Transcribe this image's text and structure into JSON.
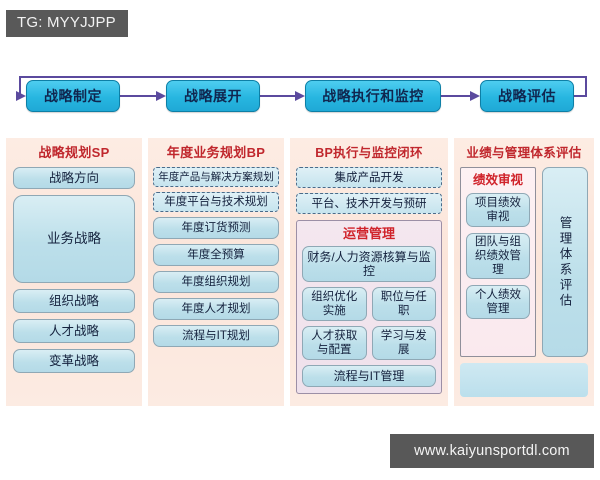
{
  "banner": {
    "text": "TG: MYYJJPP"
  },
  "watermark": {
    "text": "www.kaiyunsportdl.com"
  },
  "flow": {
    "steps": [
      {
        "label": "战略制定"
      },
      {
        "label": "战略展开"
      },
      {
        "label": "战略执行和监控"
      },
      {
        "label": "战略评估"
      }
    ]
  },
  "columns": [
    {
      "title": "战略规划SP",
      "items": [
        {
          "label": "战略方向"
        },
        {
          "label": "业务战略"
        },
        {
          "label": "组织战略"
        },
        {
          "label": "人才战略"
        },
        {
          "label": "变革战略"
        }
      ]
    },
    {
      "title": "年度业务规划BP",
      "items": [
        {
          "label": "年度产品与解决方案规划"
        },
        {
          "label": "年度平台与技术规划"
        },
        {
          "label": "年度订货预测"
        },
        {
          "label": "年度全预算"
        },
        {
          "label": "年度组织规划"
        },
        {
          "label": "年度人才规划"
        },
        {
          "label": "流程与IT规划"
        }
      ]
    },
    {
      "title": "BP执行与监控闭环",
      "items": [
        {
          "label": "集成产品开发"
        },
        {
          "label": "平台、技术开发与预研"
        }
      ],
      "ops": {
        "title": "运营管理",
        "wide": "财务/人力资源核算与监控",
        "grid": [
          {
            "label": "组织优化实施"
          },
          {
            "label": "职位与任职"
          },
          {
            "label": "人才获取与配置"
          },
          {
            "label": "学习与发展"
          }
        ],
        "last": "流程与IT管理"
      }
    },
    {
      "title": "业绩与管理体系评估",
      "performance": {
        "title": "绩效审视",
        "items": [
          {
            "label": "项目绩效审视"
          },
          {
            "label": "团队与组织绩效管理"
          },
          {
            "label": "个人绩效管理"
          }
        ]
      },
      "vertical_label": "管理体系评估"
    }
  ],
  "colors": {
    "flow_box": "#27b6e0",
    "panel_bg": "#fbe5da",
    "title_red": "#c0272d",
    "cell_blue": "#bcdfea",
    "arrow": "#5b4a9e"
  }
}
